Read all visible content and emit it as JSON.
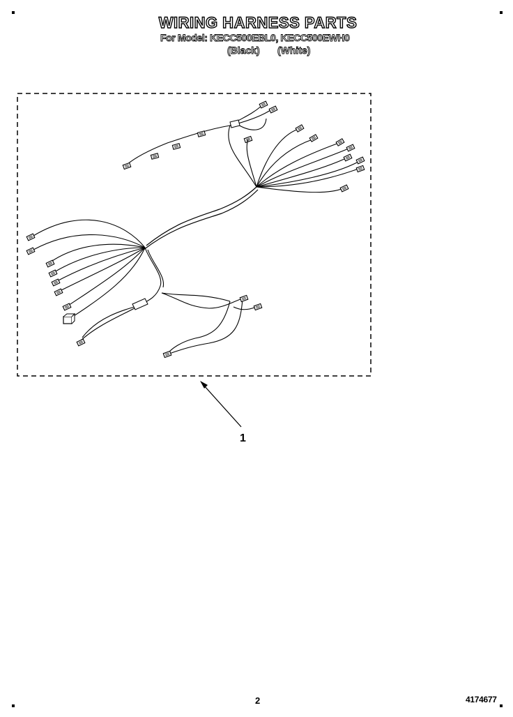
{
  "header": {
    "title": "WIRING HARNESS PARTS",
    "model_line": "For Model: KECC500EBL0, KECC500EWH0",
    "variant_black": "(Black)",
    "variant_white": "(White)"
  },
  "diagram": {
    "callout_label": "1"
  },
  "footer": {
    "page_number": "2",
    "document_number": "4174677"
  }
}
